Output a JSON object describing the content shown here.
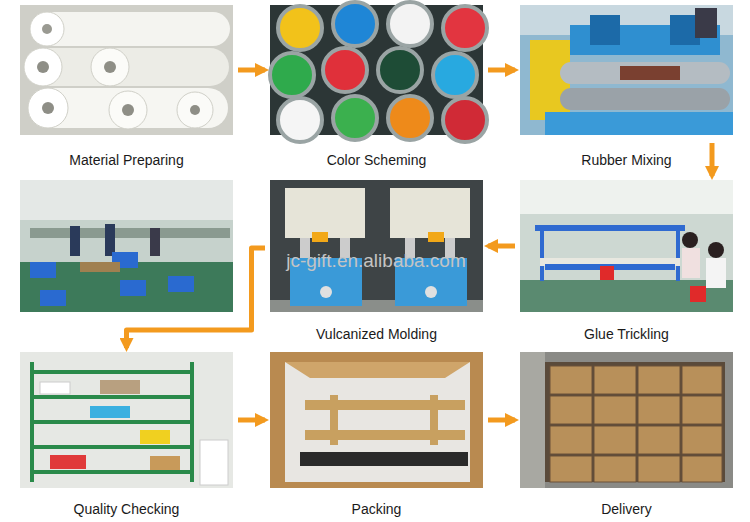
{
  "diagram": {
    "nodes": [
      {
        "text": [
          "Material Preparing"
        ]
      },
      {
        "text": [
          "Color Scheming"
        ]
      },
      {
        "text": [
          "Rubber Mixing"
        ]
      },
      {
        "text": [
          "Glue Trickling"
        ]
      },
      {
        "text": [
          "Vulcanized Molding"
        ]
      },
      {
        "text": [
          "Quality Checking"
        ]
      },
      {
        "text": [
          "Packing"
        ]
      },
      {
        "text": [
          "Delivery"
        ]
      }
    ],
    "edges": [
      {
        "from": 0,
        "to": 1,
        "arrow": "to"
      },
      {
        "from": 1,
        "to": 2,
        "arrow": "to"
      },
      {
        "from": 2,
        "to": 3,
        "arrow": "to"
      },
      {
        "from": 3,
        "to": 4,
        "arrow": "to"
      },
      {
        "from": 4,
        "to": 5,
        "arrow": "to"
      },
      {
        "from": 5,
        "to": 6,
        "arrow": "to"
      },
      {
        "from": 6,
        "to": 7,
        "arrow": "to"
      }
    ],
    "labels": [
      "jc-gift.en.alibaba.com"
    ]
  }
}
